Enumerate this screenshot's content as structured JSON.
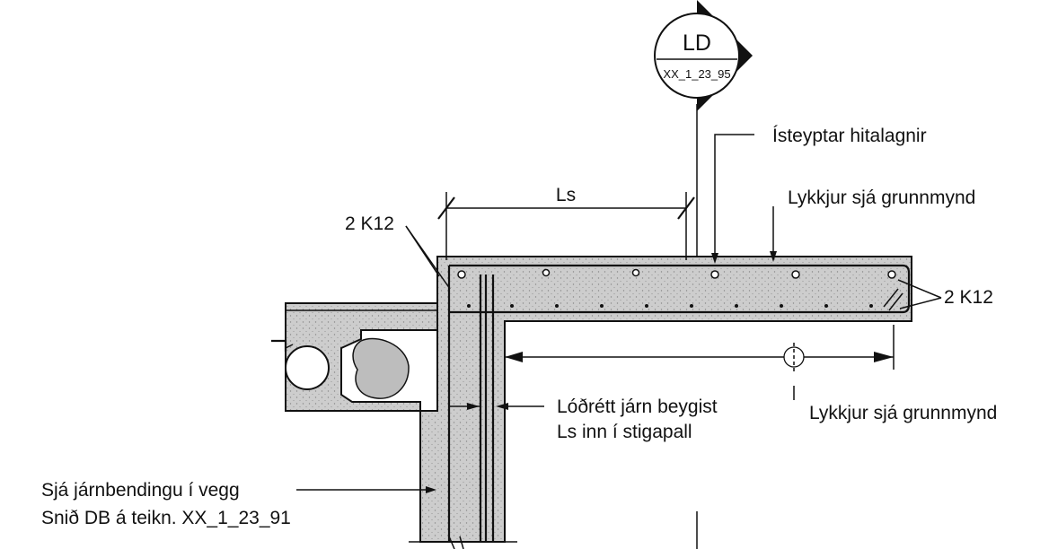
{
  "marker": {
    "code": "LD",
    "ref": "XX_1_23_95"
  },
  "labels": {
    "heating_pipes": "Ísteyptar hitalagnir",
    "ls": "Ls",
    "loops_top": "Lykkjur sjá grunnmynd",
    "rebar_left": "2 K12",
    "rebar_right": "2 K12",
    "vertical_line1": "Lóðrétt járn beygist",
    "vertical_line2": "Ls inn í stigapall",
    "loops_right": "Lykkjur sjá grunnmynd",
    "wall_line1": "Sjá járnbendingu í vegg",
    "wall_line2": "Snið DB á teikn. XX_1_23_91"
  },
  "colors": {
    "concrete": "#c9c9c9",
    "ink": "#111111",
    "background": "#ffffff"
  }
}
